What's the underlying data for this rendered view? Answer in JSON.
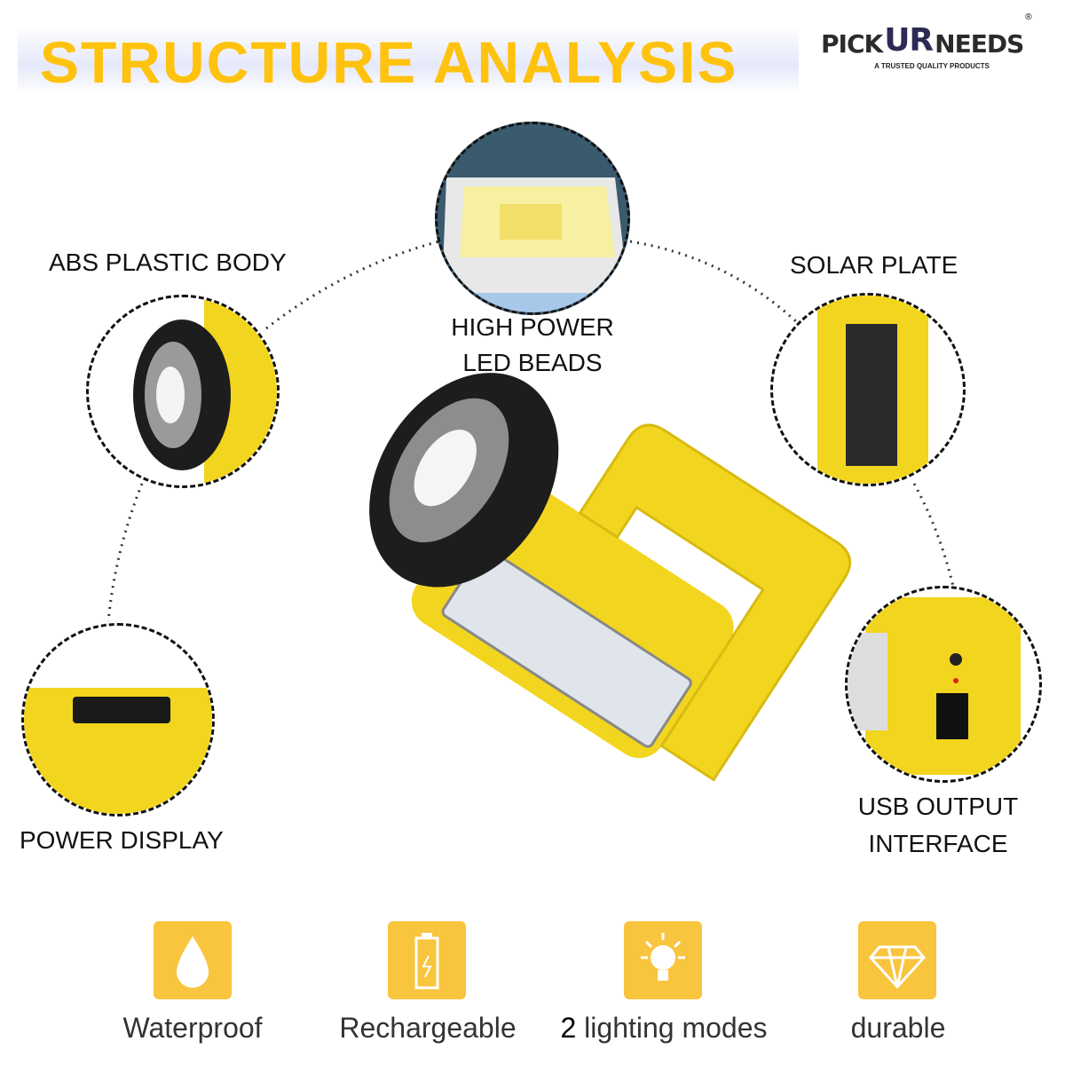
{
  "title": "STRUCTURE ANALYSIS",
  "logo": {
    "pick": "PICK",
    "ur": "UR",
    "needs": "NEEDS",
    "registered": "®",
    "tagline": "A TRUSTED QUALITY PRODUCTS"
  },
  "callouts": {
    "abs": "ABS PLASTIC BODY",
    "led_line1": "HIGH POWER",
    "led_line2": "LED BEADS",
    "solar": "SOLAR PLATE",
    "power": "POWER DISPLAY",
    "usb_line1": "USB OUTPUT",
    "usb_line2": "INTERFACE"
  },
  "features": [
    {
      "label": "Waterproof",
      "icon": "water-drop-icon"
    },
    {
      "label": "Rechargeable",
      "icon": "battery-icon"
    },
    {
      "number": "2",
      "label": " lighting modes",
      "icon": "light-bulb-icon"
    },
    {
      "label": "durable",
      "icon": "diamond-icon"
    }
  ],
  "colors": {
    "accent": "#FFC20E",
    "body": "#F2D51E",
    "feature_bg": "#F9C43E"
  }
}
